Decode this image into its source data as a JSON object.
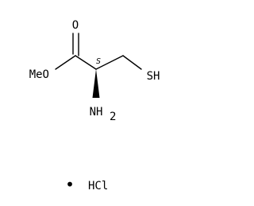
{
  "molecule": {
    "atoms": {
      "carbonyl_oxygen": "O",
      "ester_oxygen_group": "MeO",
      "stereo_label": "S",
      "thiol": "SH",
      "amine_main": "NH",
      "amine_subscript": "2"
    },
    "salt": {
      "bullet": "•",
      "counterion": "HCl"
    },
    "colors": {
      "ink": "#000000",
      "background": "#ffffff"
    }
  }
}
